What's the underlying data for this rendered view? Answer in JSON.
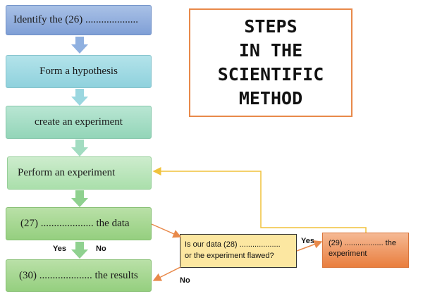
{
  "title": "STEPS\nIN THE\nSCIENTIFIC\nMETHOD",
  "steps": [
    "Identify the (26) ....................",
    "Form a hypothesis",
    "create an experiment",
    "Perform an experiment",
    "(27) .................... the data",
    "(30) .................... the results"
  ],
  "decision": "Is our data (28) ...................\nor the experiment flawed?",
  "fix": "(29) .................. the experiment",
  "labels": {
    "yes_left": "Yes",
    "no_left": "No",
    "yes_right": "Yes",
    "no_bottom": "No"
  },
  "colors": {
    "connector": "#e8894a",
    "feedback": "#f0c23c",
    "down_arrow_blue": "#8fb0e0",
    "down_arrow_green": "#8fd18f"
  }
}
